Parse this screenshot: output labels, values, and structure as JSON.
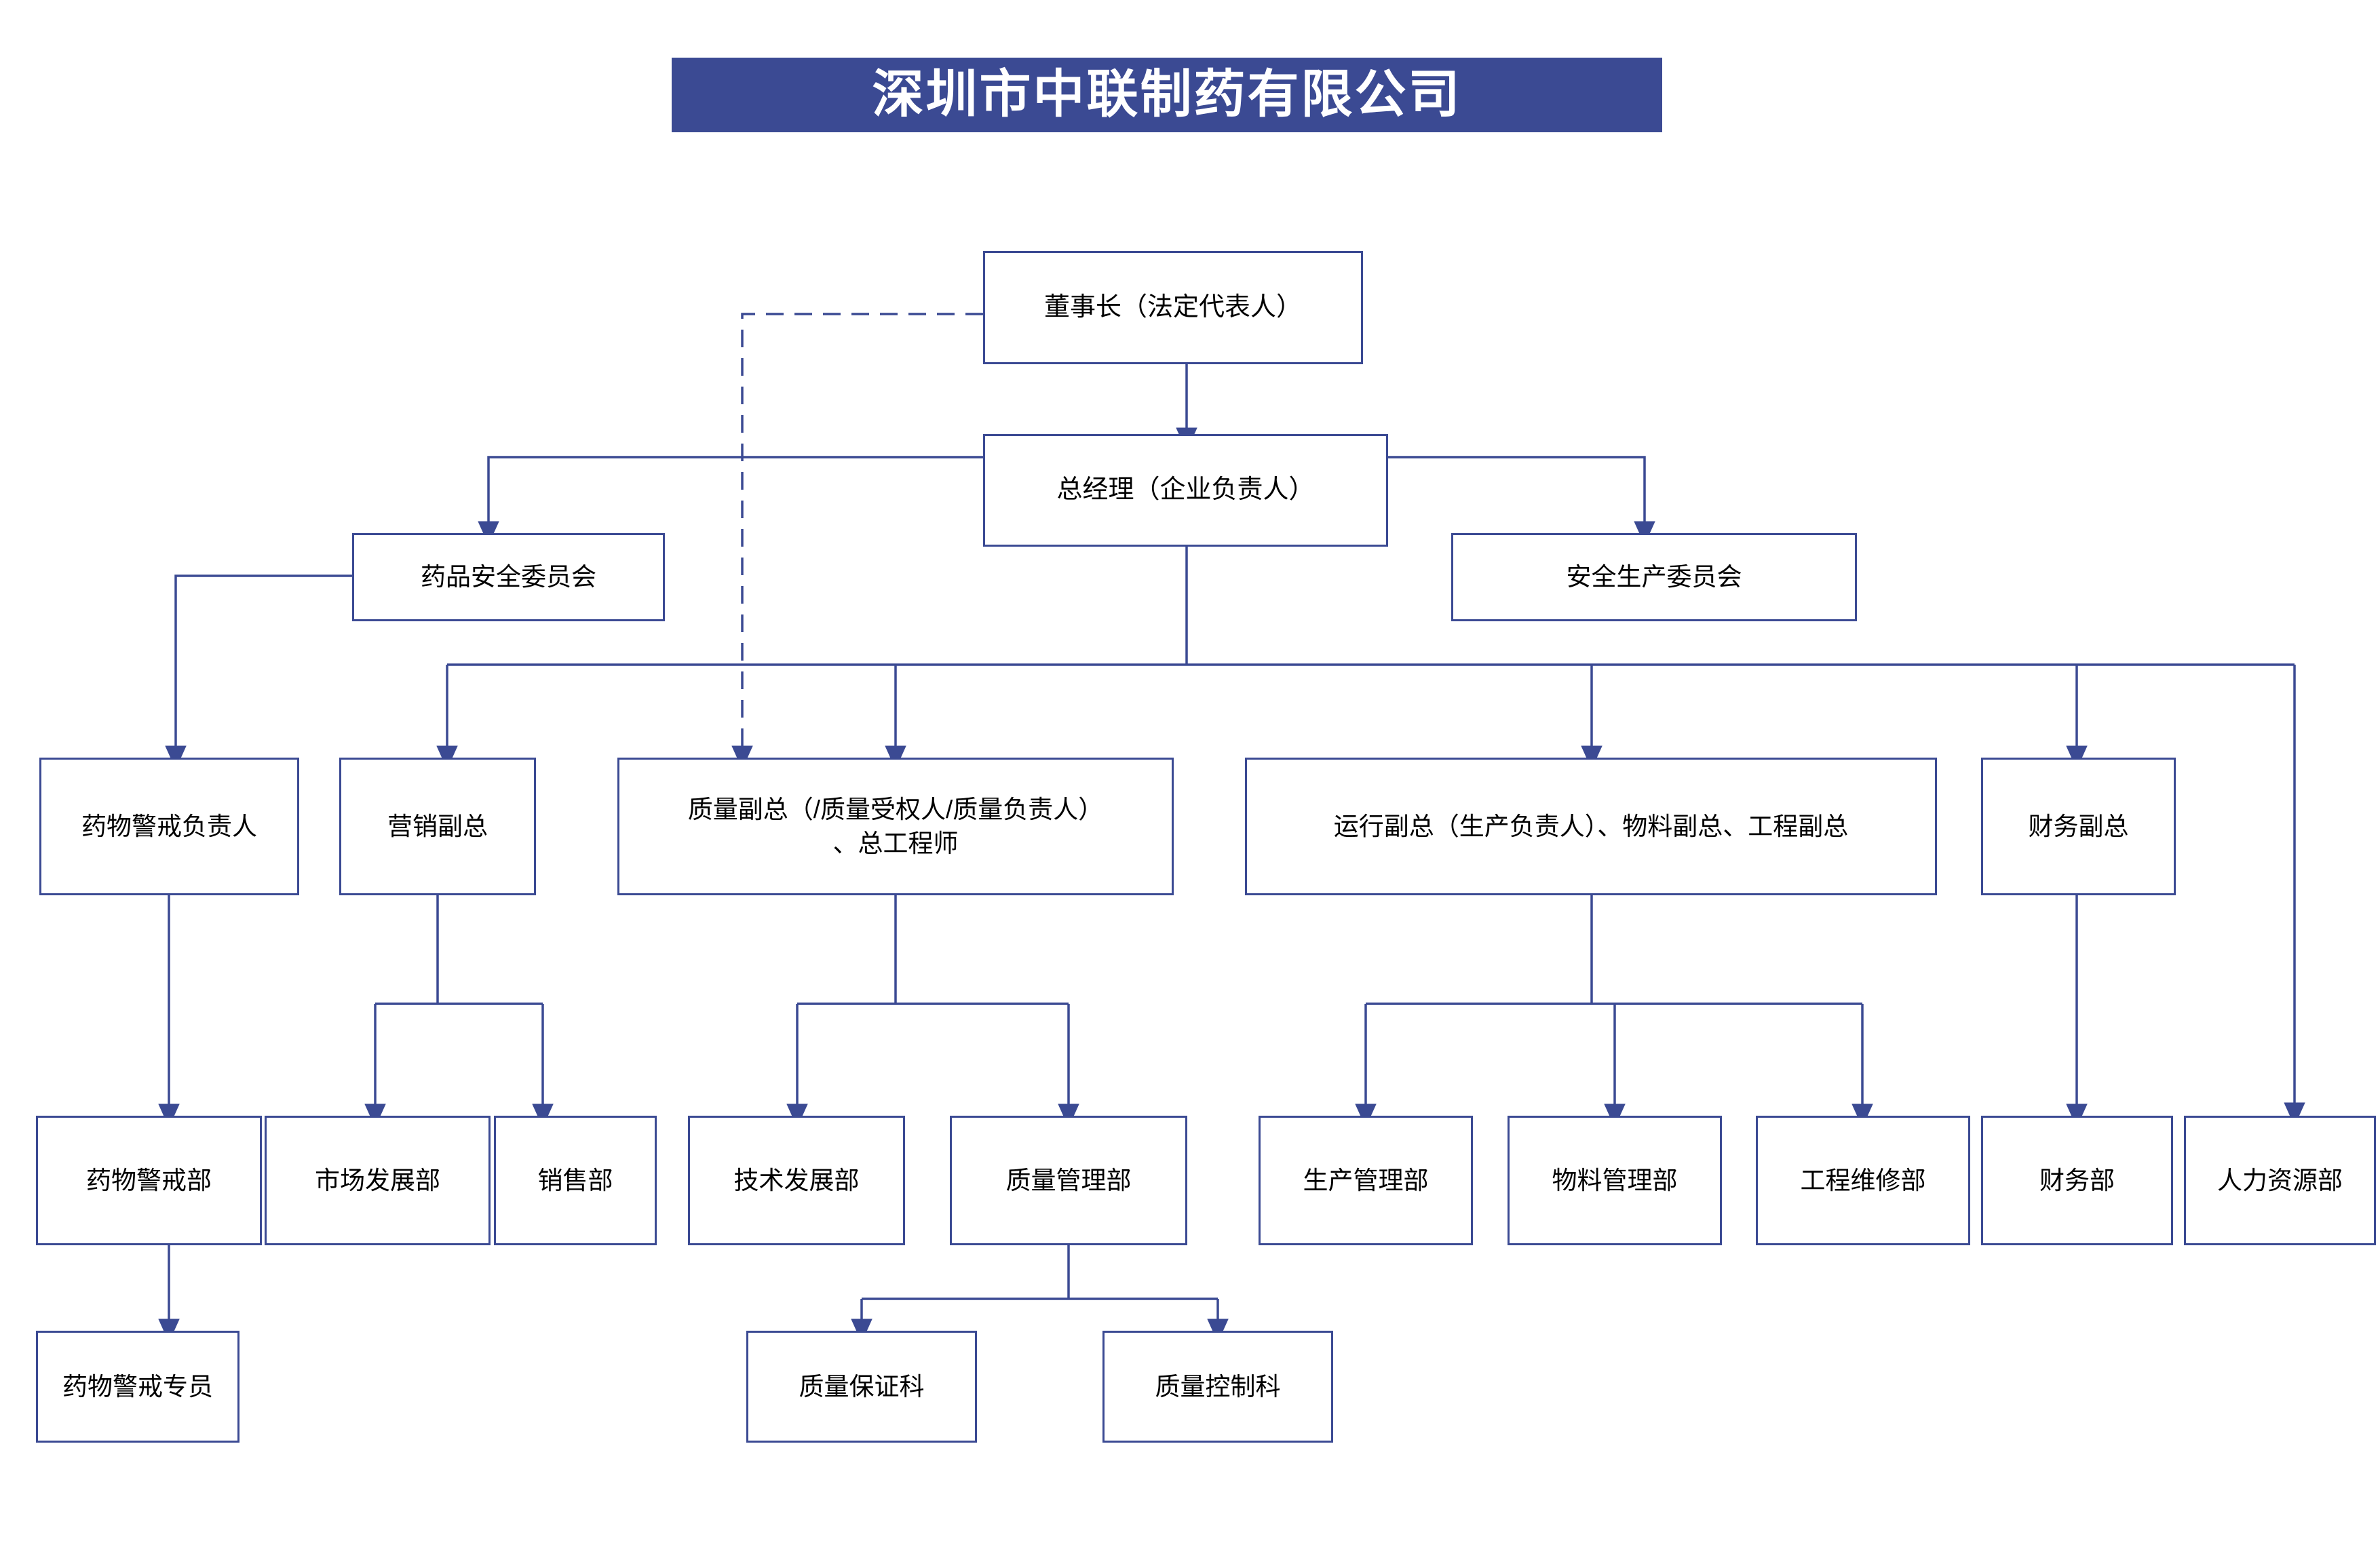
{
  "header": {
    "company_title": "深圳市中联制药有限公司",
    "banner_color": "#3B4A93",
    "banner_text_color": "#FFFFFF"
  },
  "theme": {
    "line_color": "#3B4A93",
    "box_border_color": "#3B4A93",
    "box_fill": "#FFFFFF",
    "text_color": "#000000"
  },
  "chart_type": "organizational-chart",
  "nodes": {
    "chairman": "董事长（法定代表人）",
    "general_manager": "总经理（企业负责人）",
    "drug_safety_committee": "药品安全委员会",
    "production_safety_committee": "安全生产委员会",
    "pharmacovigilance_head": "药物警戒负责人",
    "marketing_vp": "营销副总",
    "quality_vp": "质量副总（/质量受权人/质量负责人）\n、总工程师",
    "operations_vp": "运行副总（生产负责人）、物料副总、工程副总",
    "finance_vp": "财务副总",
    "pharmacovigilance_dept": "药物警戒部",
    "market_development_dept": "市场发展部",
    "sales_dept": "销售部",
    "technical_development_dept": "技术发展部",
    "quality_management_dept": "质量管理部",
    "production_management_dept": "生产管理部",
    "material_management_dept": "物料管理部",
    "engineering_maintenance_dept": "工程维修部",
    "finance_dept": "财务部",
    "human_resources_dept": "人力资源部",
    "pharmacovigilance_officer": "药物警戒专员",
    "quality_assurance_section": "质量保证科",
    "quality_control_section": "质量控制科"
  },
  "levels": {
    "level_1": [
      "董事长（法定代表人）"
    ],
    "level_2": [
      "总经理（企业负责人）"
    ],
    "level_3": [
      "药品安全委员会",
      "安全生产委员会"
    ],
    "level_4": [
      "药物警戒负责人",
      "营销副总",
      "质量副总（/质量受权人/质量负责人）、总工程师",
      "运行副总（生产负责人）、物料副总、工程副总",
      "财务副总"
    ],
    "level_5": [
      "药物警戒部",
      "市场发展部",
      "销售部",
      "技术发展部",
      "质量管理部",
      "生产管理部",
      "物料管理部",
      "工程维修部",
      "财务部",
      "人力资源部"
    ],
    "level_6": [
      "药物警戒专员",
      "质量保证科",
      "质量控制科"
    ]
  },
  "relationships": [
    {
      "from": "董事长（法定代表人）",
      "to": "总经理（企业负责人）",
      "style": "solid"
    },
    {
      "from": "董事长（法定代表人）",
      "to": "质量副总（/质量受权人/质量负责人）、总工程师",
      "style": "dashed"
    },
    {
      "from": "总经理（企业负责人）",
      "to": "药品安全委员会",
      "style": "solid"
    },
    {
      "from": "总经理（企业负责人）",
      "to": "安全生产委员会",
      "style": "solid"
    },
    {
      "from": "药品安全委员会",
      "to": "药物警戒负责人",
      "style": "solid"
    },
    {
      "from": "总经理（企业负责人）",
      "to": "营销副总",
      "style": "solid"
    },
    {
      "from": "总经理（企业负责人）",
      "to": "质量副总（/质量受权人/质量负责人）、总工程师",
      "style": "solid"
    },
    {
      "from": "总经理（企业负责人）",
      "to": "运行副总（生产负责人）、物料副总、工程副总",
      "style": "solid"
    },
    {
      "from": "总经理（企业负责人）",
      "to": "财务副总",
      "style": "solid"
    },
    {
      "from": "总经理（企业负责人）",
      "to": "人力资源部",
      "style": "solid"
    },
    {
      "from": "药物警戒负责人",
      "to": "药物警戒部",
      "style": "solid"
    },
    {
      "from": "营销副总",
      "to": "市场发展部",
      "style": "solid"
    },
    {
      "from": "营销副总",
      "to": "销售部",
      "style": "solid"
    },
    {
      "from": "质量副总（/质量受权人/质量负责人）、总工程师",
      "to": "技术发展部",
      "style": "solid"
    },
    {
      "from": "质量副总（/质量受权人/质量负责人）、总工程师",
      "to": "质量管理部",
      "style": "solid"
    },
    {
      "from": "运行副总（生产负责人）、物料副总、工程副总",
      "to": "生产管理部",
      "style": "solid"
    },
    {
      "from": "运行副总（生产负责人）、物料副总、工程副总",
      "to": "物料管理部",
      "style": "solid"
    },
    {
      "from": "运行副总（生产负责人）、物料副总、工程副总",
      "to": "工程维修部",
      "style": "solid"
    },
    {
      "from": "财务副总",
      "to": "财务部",
      "style": "solid"
    },
    {
      "from": "药物警戒部",
      "to": "药物警戒专员",
      "style": "solid"
    },
    {
      "from": "质量管理部",
      "to": "质量保证科",
      "style": "solid"
    },
    {
      "from": "质量管理部",
      "to": "质量控制科",
      "style": "solid"
    }
  ]
}
